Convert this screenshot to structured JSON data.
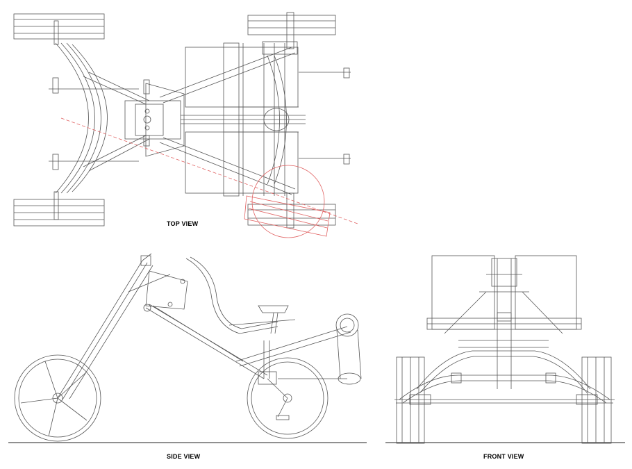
{
  "views": {
    "top": {
      "label": "TOP VIEW"
    },
    "side": {
      "label": "SIDE VIEW"
    },
    "front": {
      "label": "FRONT VIEW"
    }
  },
  "colors": {
    "line": "#555555",
    "dark_line": "#222222",
    "steering_overlay": "#e06060",
    "background": "#ffffff"
  }
}
